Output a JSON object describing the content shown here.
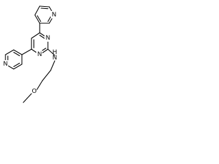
{
  "molecule": {
    "bond_color": "#000000",
    "background_color": "#ffffff",
    "atom_labels": {
      "n_top_pyridine": "N",
      "n_pyrimidine_upper": "N",
      "n_pyrimidine_lower": "N",
      "n_left_pyridine": "N",
      "n_amine": "N",
      "h_amine": "H",
      "o_ether": "O"
    }
  }
}
